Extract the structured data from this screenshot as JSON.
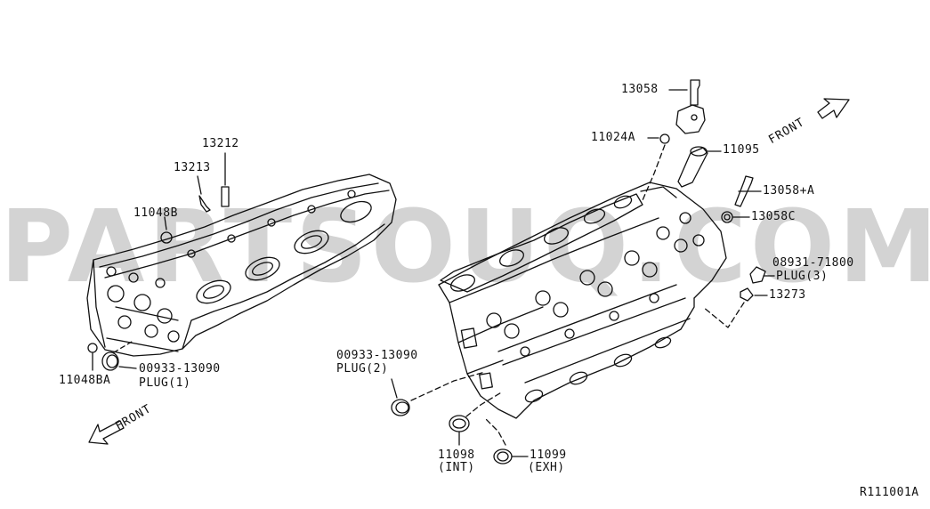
{
  "diagram": {
    "ref_code": "R111001A",
    "watermark": "PARTSOUQ.COM",
    "front_left": "FRONT",
    "front_right": "FRONT"
  },
  "labels": {
    "p13212": "13212",
    "p13213": "13213",
    "p11048B": "11048B",
    "p11048BA": "11048BA",
    "plug1_num": "00933-13090",
    "plug1_name": "PLUG(1)",
    "p13058": "13058",
    "p11024A": "11024A",
    "p11095": "11095",
    "p13058A": "13058+A",
    "p13058C": "13058C",
    "plug3_num": "08931-71800",
    "plug3_name": "PLUG(3)",
    "p13273": "13273",
    "plug2_num": "00933-13090",
    "plug2_name": "PLUG(2)",
    "p11098": "11098",
    "p11098_sub": "(INT)",
    "p11099": "11099",
    "p11099_sub": "(EXH)"
  }
}
